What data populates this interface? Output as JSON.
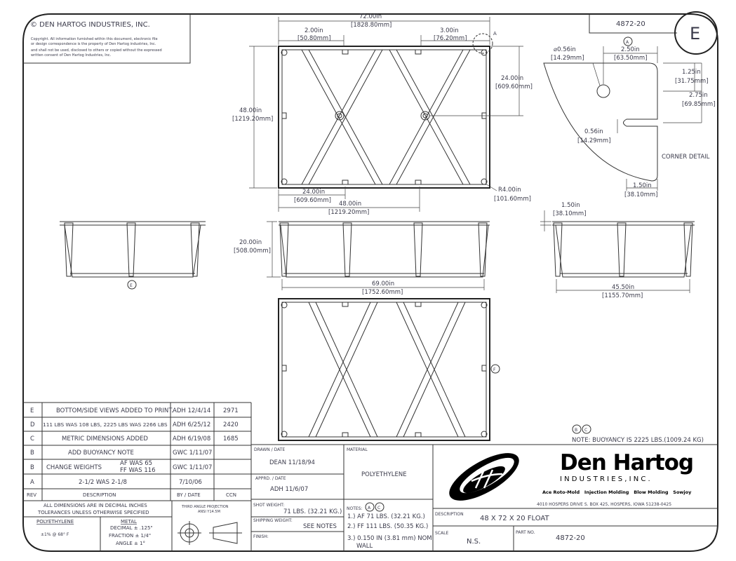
{
  "copyright": {
    "title": "© DEN HARTOG INDUSTRIES, INC.",
    "lines": [
      "Copyright. All information furnished within this document, electronic file",
      "or design correspondence is the property of Den Hartog industries, Inc.",
      "and shall not be used, disclosed to others or copied without the expressed",
      "written consent of Den Hartog Industries, Inc."
    ]
  },
  "header": {
    "part_number": "4872-20",
    "revision": "E"
  },
  "dimensions": {
    "overall_length": [
      "72.00in",
      "[1828.80mm]"
    ],
    "left_offset": [
      "2.00in",
      "[50.80mm]"
    ],
    "right_offset": [
      "3.00in",
      "[76.20mm]"
    ],
    "overall_width": [
      "48.00in",
      "[1219.20mm]"
    ],
    "half_width": [
      "24.00in",
      "[609.60mm]"
    ],
    "bottom_24": [
      "24.00in",
      "[609.60mm]"
    ],
    "bottom_48": [
      "48.00in",
      "[1219.20mm]"
    ],
    "radius": [
      "R4.00in",
      "[101.60mm]"
    ],
    "height": [
      "20.00in",
      "[508.00mm]"
    ],
    "bottom_length": [
      "69.00in",
      "[1752.60mm]"
    ],
    "side_width": [
      "45.50in",
      "[1155.70mm]"
    ],
    "flange": [
      "1.50in",
      "[38.10mm]"
    ]
  },
  "corner_detail": {
    "title": "CORNER DETAIL",
    "hole_dia": [
      "⌀0.56in",
      "[14.29mm]"
    ],
    "d_250": [
      "2.50in",
      "[63.50mm]"
    ],
    "d_125": [
      "1.25in",
      "[31.75mm]"
    ],
    "d_275": [
      "2.75in",
      "[69.85mm]"
    ],
    "slot": [
      "0.56in",
      "[14.29mm]"
    ],
    "d_150": [
      "1.50in",
      "[38.10mm]"
    ]
  },
  "callouts": {
    "a": "A",
    "b": "B",
    "c": "C",
    "e": "E",
    "f": "F"
  },
  "buoyancy_note": "NOTE: BUOYANCY IS 2225 LBS.(1009.24 KG)",
  "revisions": [
    {
      "rev": "E",
      "desc": "BOTTOM/SIDE VIEWS ADDED TO PRINT.",
      "by": "ADH 12/4/14",
      "ccn": "2971"
    },
    {
      "rev": "D",
      "desc": "111 LBS WAS 108 LBS, 2225 LBS WAS 2266 LBS",
      "by": "ADH 6/25/12",
      "ccn": "2420"
    },
    {
      "rev": "C",
      "desc": "METRIC DIMENSIONS ADDED",
      "by": "ADH 6/19/08",
      "ccn": "1685"
    },
    {
      "rev": "B",
      "desc": "ADD BUOYANCY NOTE",
      "by": "GWC 1/11/07",
      "ccn": ""
    },
    {
      "rev": "B",
      "desc": "CHANGE WEIGHTS",
      "desc2a": "AF WAS 65",
      "desc2b": "FF WAS 116",
      "by": "GWC 1/11/07",
      "ccn": ""
    },
    {
      "rev": "A",
      "desc": "2-1/2 WAS 2-1/8",
      "by": "7/10/06",
      "ccn": ""
    }
  ],
  "rev_headers": {
    "rev": "REV",
    "desc": "DESCRIPTION",
    "by": "BY / DATE",
    "ccn": "CCN"
  },
  "tolerances": {
    "line1": "ALL DIMENSIONS ARE IN DECIMAL INCHES",
    "line2": "TOLERANCES UNLESS OTHERWISE SPECIFIED",
    "poly_label": "POLYETHYLENE",
    "poly_value": "±1% @ 68° F",
    "metal_label": "METAL",
    "metal_lines": [
      "DECIMAL ± .125\"",
      "FRACTION ± 1/4\"",
      "ANGLE ± 1°"
    ],
    "projection_1": "THIRD ANGLE PROJECTION",
    "projection_2": "ANSI Y14.5M"
  },
  "title_block": {
    "drawn_label": "DRAWN / DATE",
    "drawn_value": "DEAN 11/18/94",
    "appr_label": "APPRD. / DATE",
    "appr_value": "ADH 11/6/07",
    "shot_label": "SHOT WEIGHT:",
    "shot_value": "71 LBS. (32.21 KG.)",
    "ship_label": "SHIPPING WEIGHT:",
    "ship_value": "SEE NOTES",
    "finish_label": "FINISH:",
    "material_label": "MATERIAL",
    "material_value": "POLYETHYLENE",
    "notes_label": "NOTES:",
    "notes": [
      "1.) AF 71 LBS. (32.21 KG.)",
      "2.) FF 111 LBS. (50.35 KG.)",
      "3.) 0.150 IN (3.81 mm) NOM.",
      "WALL"
    ],
    "description_label": "DESCRIPTION",
    "description_value": "48 X 72 X 20 FLOAT",
    "scale_label": "SCALE",
    "scale_value": "N.S.",
    "part_label": "PART NO.",
    "part_value": "4872-20"
  },
  "company": {
    "name": "Den Hartog",
    "sub": "I N D U S T R I E S , I N C .",
    "divisions": "Ace Roto-Mold   Injection Molding   Blow Molding   Sowjoy",
    "address": "4010 HOSPERS DRIVE S.  BOX 425, HOSPERS, IOWA 51238-0425"
  }
}
